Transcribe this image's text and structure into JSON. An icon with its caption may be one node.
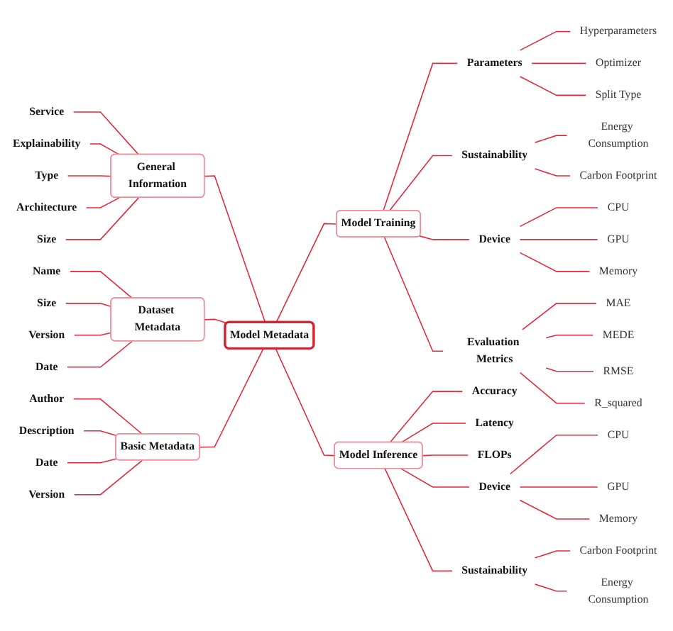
{
  "diagram": {
    "nodes": [
      {
        "text": [
          "Model Metadata"
        ]
      },
      {
        "text": [
          "General Information"
        ]
      },
      {
        "text": [
          "Service"
        ]
      },
      {
        "text": [
          "Explainability"
        ]
      },
      {
        "text": [
          "Type"
        ]
      },
      {
        "text": [
          "Architecture"
        ]
      },
      {
        "text": [
          "Size"
        ]
      },
      {
        "text": [
          "Dataset Metadata"
        ]
      },
      {
        "text": [
          "Name"
        ]
      },
      {
        "text": [
          "Size"
        ]
      },
      {
        "text": [
          "Version"
        ]
      },
      {
        "text": [
          "Date"
        ]
      },
      {
        "text": [
          "Basic Metadata"
        ]
      },
      {
        "text": [
          "Author"
        ]
      },
      {
        "text": [
          "Description"
        ]
      },
      {
        "text": [
          "Date"
        ]
      },
      {
        "text": [
          "Version"
        ]
      },
      {
        "text": [
          "Model Training"
        ]
      },
      {
        "text": [
          "Parameters"
        ]
      },
      {
        "text": [
          "Hyperparameters"
        ]
      },
      {
        "text": [
          "Optimizer"
        ]
      },
      {
        "text": [
          "Split Type"
        ]
      },
      {
        "text": [
          "Sustainability"
        ]
      },
      {
        "text": [
          "Energy Consumption"
        ]
      },
      {
        "text": [
          "Carbon Footprint"
        ]
      },
      {
        "text": [
          "Device"
        ]
      },
      {
        "text": [
          "CPU"
        ]
      },
      {
        "text": [
          "GPU"
        ]
      },
      {
        "text": [
          "Memory"
        ]
      },
      {
        "text": [
          "Evaluation Metrics"
        ]
      },
      {
        "text": [
          "MAE"
        ]
      },
      {
        "text": [
          "MEDE"
        ]
      },
      {
        "text": [
          "RMSE"
        ]
      },
      {
        "text": [
          "R_squared"
        ]
      },
      {
        "text": [
          "Model Inference"
        ]
      },
      {
        "text": [
          "Accuracy"
        ]
      },
      {
        "text": [
          "Latency"
        ]
      },
      {
        "text": [
          "FLOPs"
        ]
      },
      {
        "text": [
          "Device"
        ]
      },
      {
        "text": [
          "CPU"
        ]
      },
      {
        "text": [
          "GPU"
        ]
      },
      {
        "text": [
          "Memory"
        ]
      },
      {
        "text": [
          "Sustainability"
        ]
      },
      {
        "text": [
          "Carbon Footprint"
        ]
      },
      {
        "text": [
          "Energy Consumption"
        ]
      }
    ],
    "edges": [
      {
        "from": 1,
        "to": 0,
        "arrow": "none"
      },
      {
        "from": 2,
        "to": 1,
        "arrow": "none"
      },
      {
        "from": 3,
        "to": 1,
        "arrow": "none"
      },
      {
        "from": 4,
        "to": 1,
        "arrow": "none"
      },
      {
        "from": 5,
        "to": 1,
        "arrow": "none"
      },
      {
        "from": 6,
        "to": 1,
        "arrow": "none"
      },
      {
        "from": 7,
        "to": 0,
        "arrow": "none"
      },
      {
        "from": 8,
        "to": 7,
        "arrow": "none"
      },
      {
        "from": 9,
        "to": 7,
        "arrow": "none"
      },
      {
        "from": 10,
        "to": 7,
        "arrow": "none"
      },
      {
        "from": 11,
        "to": 7,
        "arrow": "none"
      },
      {
        "from": 12,
        "to": 0,
        "arrow": "none"
      },
      {
        "from": 13,
        "to": 12,
        "arrow": "none"
      },
      {
        "from": 14,
        "to": 12,
        "arrow": "none"
      },
      {
        "from": 15,
        "to": 12,
        "arrow": "none"
      },
      {
        "from": 16,
        "to": 12,
        "arrow": "none"
      },
      {
        "from": 0,
        "to": 17,
        "arrow": "none"
      },
      {
        "from": 17,
        "to": 18,
        "arrow": "none"
      },
      {
        "from": 18,
        "to": 19,
        "arrow": "none"
      },
      {
        "from": 18,
        "to": 20,
        "arrow": "none"
      },
      {
        "from": 18,
        "to": 21,
        "arrow": "none"
      },
      {
        "from": 17,
        "to": 22,
        "arrow": "none"
      },
      {
        "from": 22,
        "to": 23,
        "arrow": "none"
      },
      {
        "from": 22,
        "to": 24,
        "arrow": "none"
      },
      {
        "from": 17,
        "to": 25,
        "arrow": "none"
      },
      {
        "from": 25,
        "to": 26,
        "arrow": "none"
      },
      {
        "from": 25,
        "to": 27,
        "arrow": "none"
      },
      {
        "from": 25,
        "to": 28,
        "arrow": "none"
      },
      {
        "from": 17,
        "to": 29,
        "arrow": "none"
      },
      {
        "from": 29,
        "to": 30,
        "arrow": "none"
      },
      {
        "from": 29,
        "to": 31,
        "arrow": "none"
      },
      {
        "from": 29,
        "to": 32,
        "arrow": "none"
      },
      {
        "from": 29,
        "to": 33,
        "arrow": "none"
      },
      {
        "from": 0,
        "to": 34,
        "arrow": "none"
      },
      {
        "from": 34,
        "to": 35,
        "arrow": "none"
      },
      {
        "from": 34,
        "to": 36,
        "arrow": "none"
      },
      {
        "from": 34,
        "to": 37,
        "arrow": "none"
      },
      {
        "from": 34,
        "to": 38,
        "arrow": "none"
      },
      {
        "from": 38,
        "to": 39,
        "arrow": "none"
      },
      {
        "from": 38,
        "to": 40,
        "arrow": "none"
      },
      {
        "from": 38,
        "to": 41,
        "arrow": "none"
      },
      {
        "from": 34,
        "to": 42,
        "arrow": "none"
      },
      {
        "from": 42,
        "to": 43,
        "arrow": "none"
      },
      {
        "from": 42,
        "to": 44,
        "arrow": "none"
      }
    ]
  }
}
